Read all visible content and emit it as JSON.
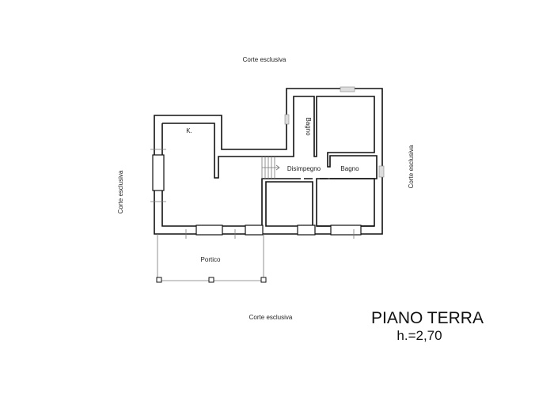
{
  "surroundings": {
    "top": "Corte esclusiva",
    "bottom": "Corte esclusiva",
    "left": "Corte esclusiva",
    "right": "Corte esclusiva"
  },
  "rooms": {
    "kitchen": "K.",
    "bathroom_1": "Bagno",
    "hallway": "Disimpegno",
    "bathroom_2": "Bagno",
    "porch": "Portico"
  },
  "title": {
    "floor": "PIANO TERRA",
    "height": "h.=2,70"
  }
}
